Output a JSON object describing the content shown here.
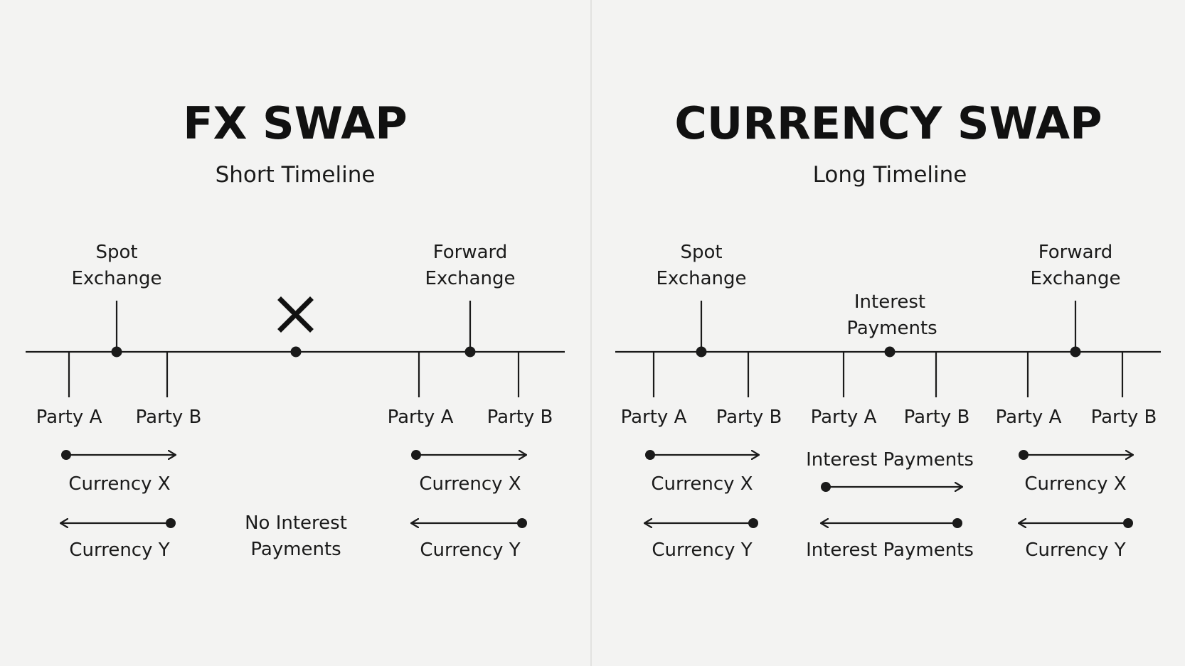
{
  "colors": {
    "background": "#f3f3f2",
    "ink": "#1a1a1a",
    "divider": "#e2e2e0"
  },
  "left": {
    "title": "FX SWAP",
    "subtitle": "Short Timeline",
    "spot_label_1": "Spot",
    "spot_label_2": "Exchange",
    "forward_label_1": "Forward",
    "forward_label_2": "Exchange",
    "middle_icon": "cross-icon",
    "parties": [
      "Party A",
      "Party B",
      "Party A",
      "Party B"
    ],
    "flows": {
      "spot_x": "Currency X",
      "spot_y": "Currency Y",
      "forward_x": "Currency X",
      "forward_y": "Currency Y"
    },
    "note_1": "No Interest",
    "note_2": "Payments"
  },
  "right": {
    "title": "CURRENCY SWAP",
    "subtitle": "Long Timeline",
    "spot_label_1": "Spot",
    "spot_label_2": "Exchange",
    "interest_label_1": "Interest",
    "interest_label_2": "Payments",
    "forward_label_1": "Forward",
    "forward_label_2": "Exchange",
    "parties": [
      "Party A",
      "Party B",
      "Party A",
      "Party B",
      "Party A",
      "Party B"
    ],
    "flows": {
      "spot_x": "Currency X",
      "spot_y": "Currency Y",
      "interest_top": "Interest Payments",
      "interest_bottom": "Interest Payments",
      "forward_x": "Currency X",
      "forward_y": "Currency Y"
    }
  }
}
